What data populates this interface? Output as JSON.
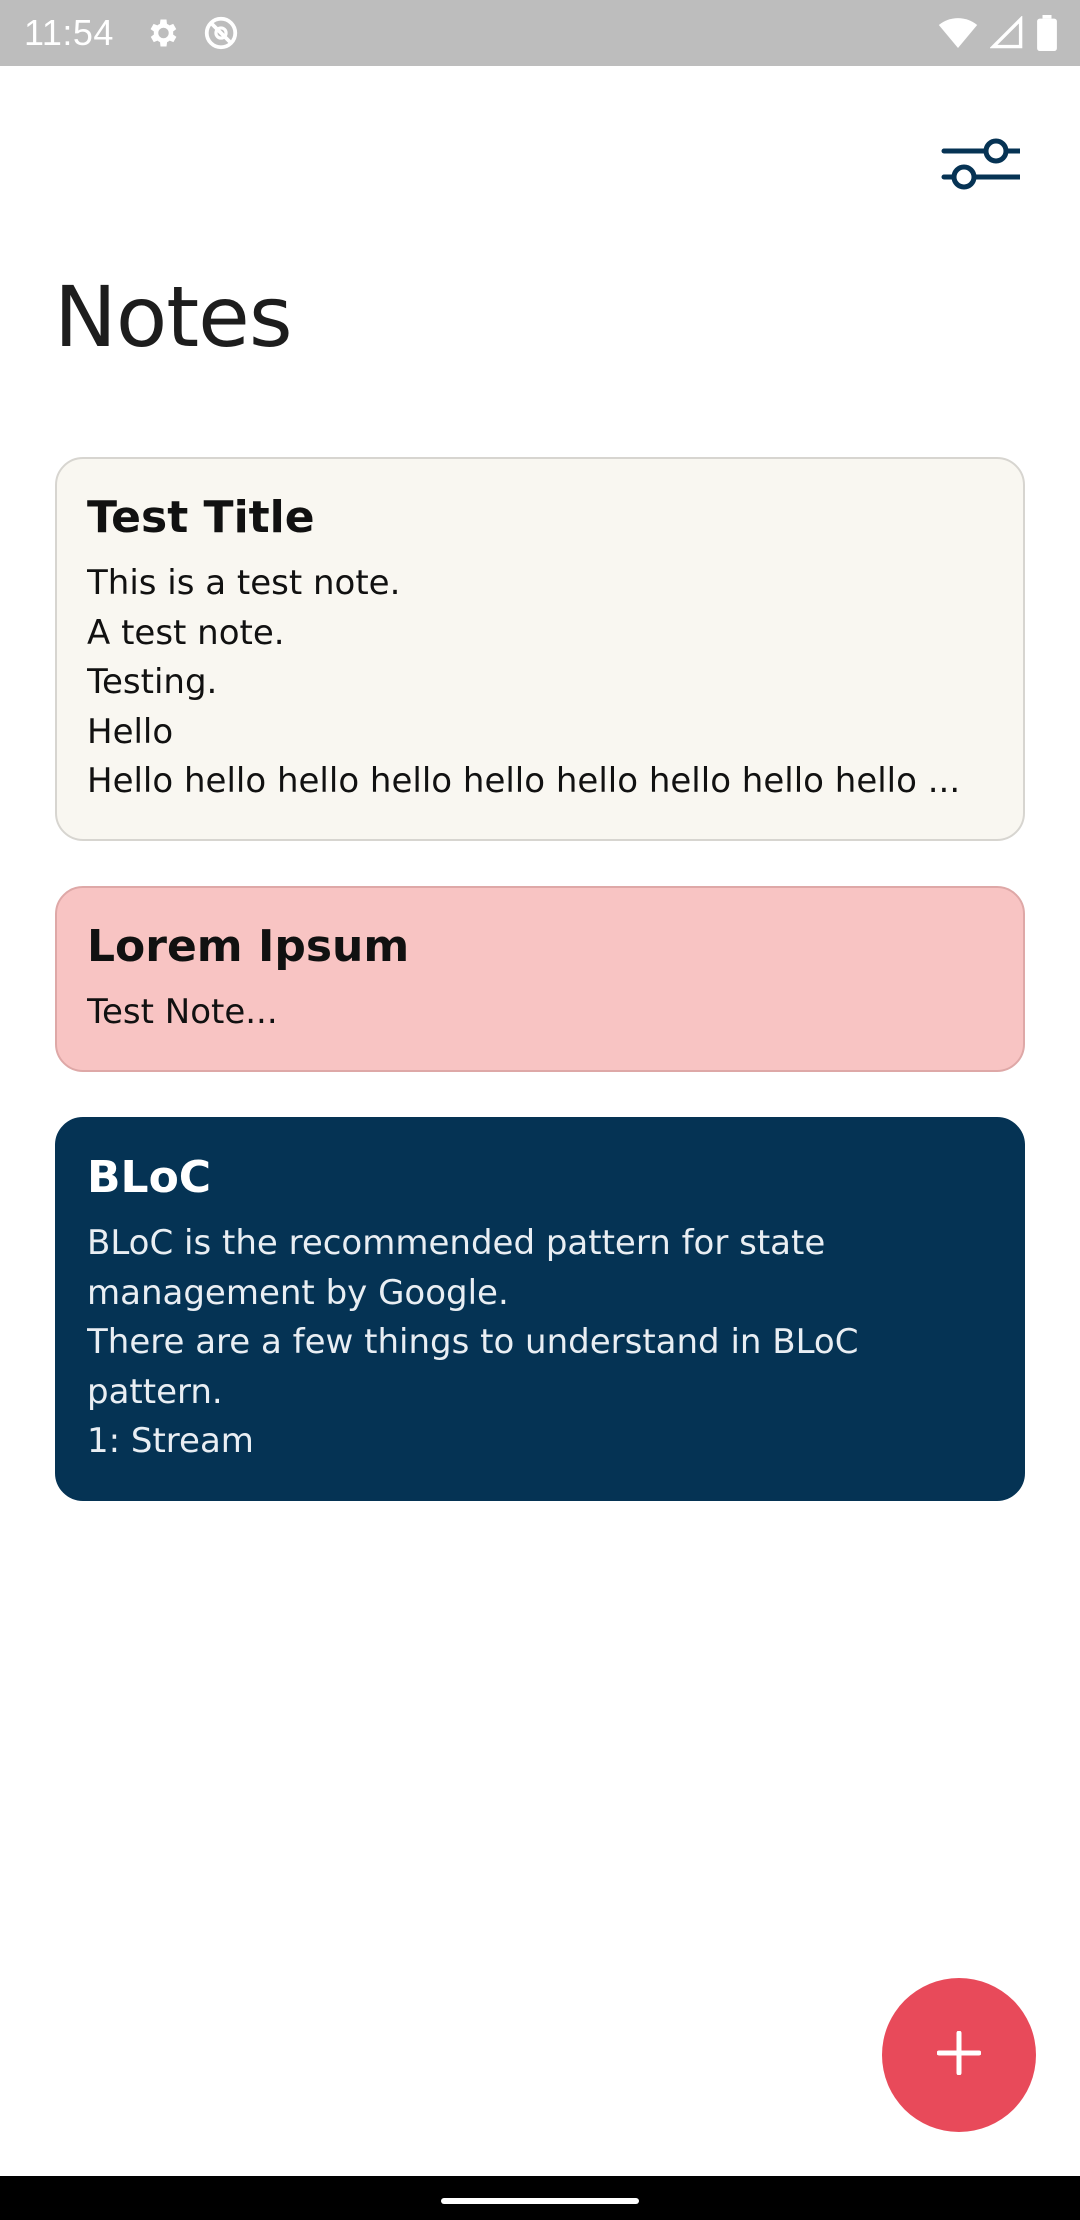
{
  "status_bar": {
    "time": "11:54",
    "left_icons": [
      "settings-icon",
      "do-not-disturb-icon"
    ],
    "right_icons": [
      "wifi-icon",
      "signal-icon",
      "battery-icon"
    ]
  },
  "header": {
    "filter_icon": "sliders-icon",
    "title": "Notes"
  },
  "notes": [
    {
      "title": "Test Title",
      "body": "This is a test note.\nA test note.\nTesting.\nHello\nHello hello hello hello hello hello hello hello hello ...",
      "color": "#f9f7f1"
    },
    {
      "title": "Lorem Ipsum",
      "body": "Test Note...",
      "color": "#f8c4c3"
    },
    {
      "title": "BLoC",
      "body": "BLoC is the recommended pattern for state management by Google.\nThere are a few things to understand in BLoC pattern.\n1: Stream",
      "color": "#053354"
    }
  ],
  "fab": {
    "icon": "plus-icon",
    "color": "#e84a5a"
  },
  "colors": {
    "status_bar": "#bdbdbd",
    "title_text": "#1d1d1d",
    "icon_dark": "#063354"
  }
}
